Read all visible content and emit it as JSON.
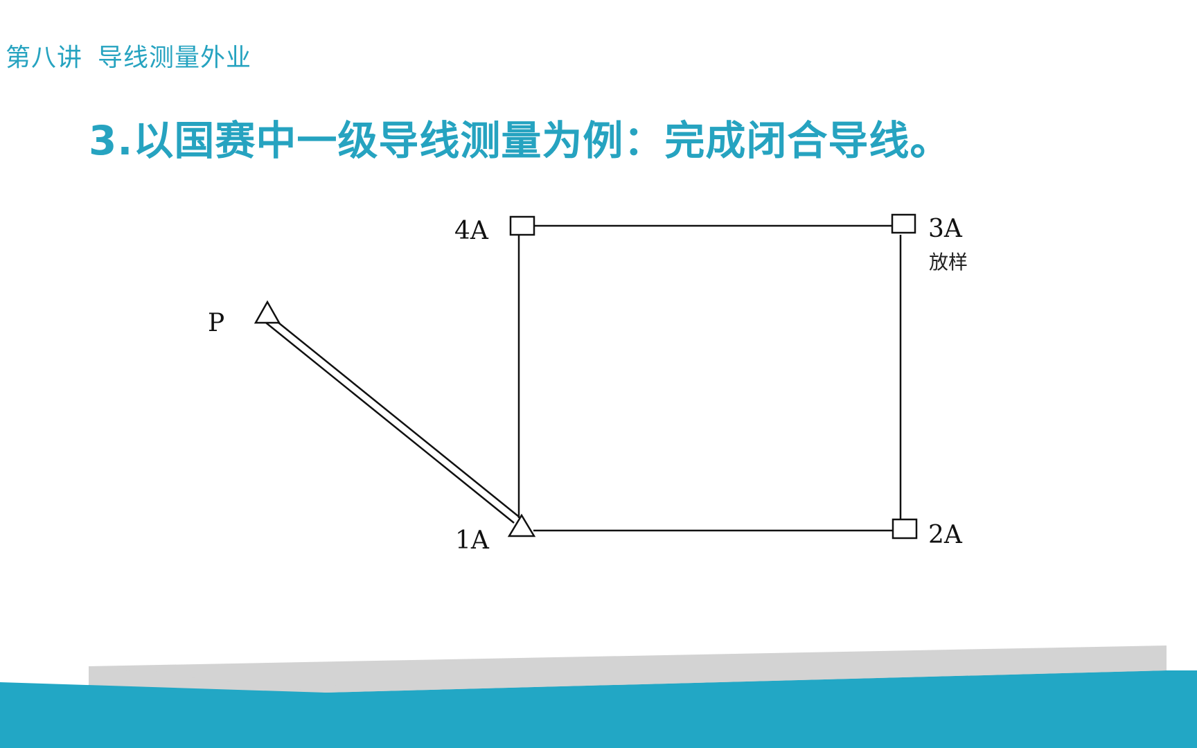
{
  "header": {
    "lecture_number": "第八讲",
    "lecture_topic": "导线测量外业"
  },
  "title": "3.以国赛中一级导线测量为例：完成闭合导线。",
  "diagram": {
    "points": {
      "P": "P",
      "A1": "1A",
      "A2": "2A",
      "A3": "3A",
      "A4": "4A"
    },
    "stakeout_note": "放样"
  },
  "colors": {
    "accent": "#26a3c0",
    "footer_teal": "#22a7c5",
    "footer_gray": "#d3d3d3"
  }
}
